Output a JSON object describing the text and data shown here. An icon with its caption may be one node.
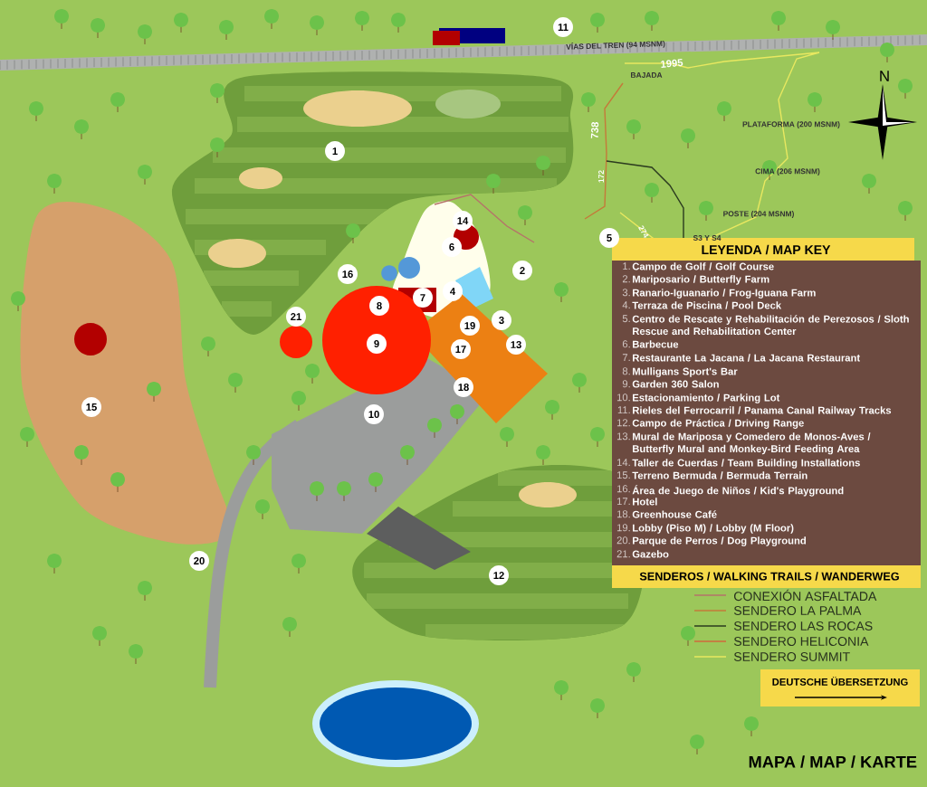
{
  "diagram": {
    "title": "MAPA / MAP / KARTE",
    "nodes": [
      {
        "text": [
          "1"
        ]
      },
      {
        "text": [
          "2"
        ]
      },
      {
        "text": [
          "3"
        ]
      },
      {
        "text": [
          "4"
        ]
      },
      {
        "text": [
          "5"
        ]
      },
      {
        "text": [
          "6"
        ]
      },
      {
        "text": [
          "7"
        ]
      },
      {
        "text": [
          "8"
        ]
      },
      {
        "text": [
          "9"
        ]
      },
      {
        "text": [
          "10"
        ]
      },
      {
        "text": [
          "11"
        ]
      },
      {
        "text": [
          "12"
        ]
      },
      {
        "text": [
          "13"
        ]
      },
      {
        "text": [
          "14"
        ]
      },
      {
        "text": [
          "15"
        ]
      },
      {
        "text": [
          "16"
        ]
      },
      {
        "text": [
          "17"
        ]
      },
      {
        "text": [
          "18"
        ]
      },
      {
        "text": [
          "19"
        ]
      },
      {
        "text": [
          "20"
        ]
      },
      {
        "text": [
          "21"
        ]
      }
    ],
    "edges": [],
    "labels": [
      "VÍAS DEL TREN (94 MSNM)",
      "1995",
      "BAJADA",
      "738",
      "N",
      "PLATAFORMA (200 MSNM)",
      "172",
      "CIMA (206 MSNM)",
      "274",
      "POSTE (204 MSNM)",
      "S3 Y S4",
      "LEYENDA / MAP KEY",
      "1.",
      "Campo de Golf / Golf Course",
      "2.",
      "Mariposario / Butterfly Farm",
      "3.",
      "Ranario-Iguanario / Frog-Iguana Farm",
      "4.",
      "Terraza de Piscina / Pool Deck",
      "5.",
      "Centro de Rescate y Rehabilitación de Perezosos / Sloth Rescue and Rehabilitation Center",
      "6.",
      "Barbecue",
      "7.",
      "Restaurante La Jacana / La Jacana Restaurant",
      "8.",
      "Mulligans Sport's Bar",
      "9.",
      "Garden 360 Salon",
      "10.",
      "Estacionamiento / Parking Lot",
      "11.",
      "Rieles del Ferrocarril / Panama Canal Railway Tracks",
      "12.",
      "Campo de Práctica / Driving Range",
      "13.",
      "Mural de Mariposa y Comedero de Monos-Aves / Butterfly Mural and Monkey-Bird Feeding Area",
      "14.",
      "Taller de Cuerdas / Team Building Installations",
      "15.",
      "Terreno Bermuda / Bermuda Terrain",
      "16.",
      "Área de Juego de Niños / Kid's Playground",
      "17.",
      "Hotel",
      "18.",
      "Greenhouse Café",
      "19.",
      "Lobby (Piso M) / Lobby (M Floor)",
      "20.",
      "Parque de Perros / Dog Playground",
      "21.",
      "Gazebo",
      "SENDEROS / WALKING TRAILS / WANDERWEG",
      "DEUTSCHE ÜBERSETZUNG"
    ],
    "legend": [
      {
        "text": "CONEXIÓN ASFALTADA"
      },
      {
        "text": "SENDERO LA PALMA"
      },
      {
        "text": "SENDERO LAS ROCAS"
      },
      {
        "text": "SENDERO HELICONIA"
      },
      {
        "text": "SENDERO SUMMIT"
      }
    ]
  }
}
